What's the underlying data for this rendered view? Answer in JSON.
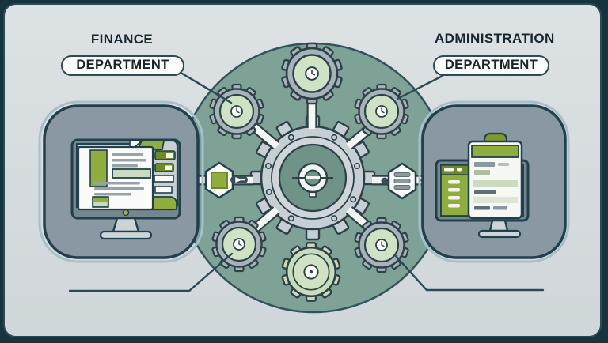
{
  "illustration": {
    "left_group": {
      "title": "FINANCE",
      "badge": "DEPARTMENT"
    },
    "right_group": {
      "title": "ADMINISTRATION",
      "badge": "DEPARTMENT"
    },
    "icons": [
      "finance-monitor-dashboard-icon",
      "admin-monitor-clipboard-icon",
      "central-gear-hub-icon",
      "satellite-gear-icon",
      "clock-gear-icon",
      "hexagon-cube-badge-icon",
      "hexagon-list-badge-icon"
    ],
    "colors": {
      "frame_navy": "#17333e",
      "canvas_bg": "#d6dbde",
      "teal_circle": "#7ea295",
      "gear_gray": "#a7b3bb",
      "gear_face_green": "#cfe2c3",
      "soft_green_gear": "#c9dcba",
      "accent_olive": "#8fae3e",
      "accent_olive_dark": "#6d8a2a",
      "panel_gray": "#8a98a3",
      "outline_dark": "#22404c",
      "white": "#fbfcfa"
    }
  }
}
